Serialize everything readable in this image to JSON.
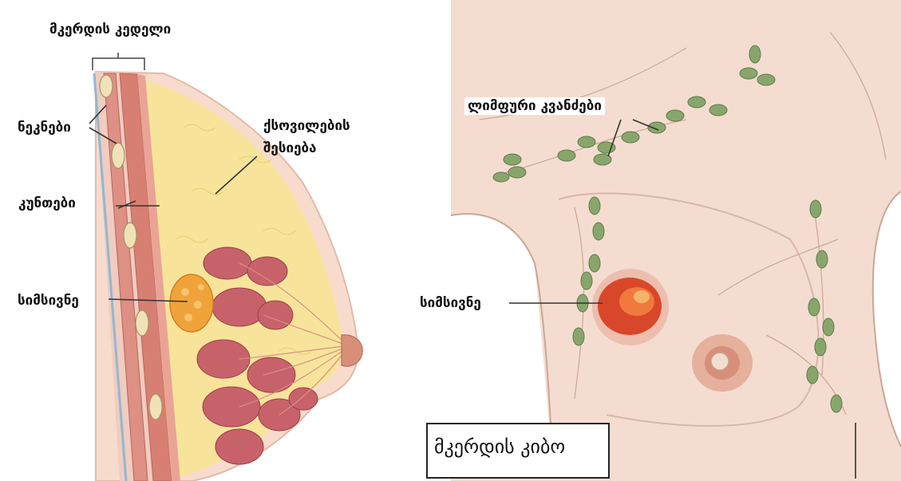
{
  "left_panel": {
    "labels": {
      "chest_wall": "მკერდის კედელი",
      "ribs": "ნეკნები",
      "muscles": "კუნთები",
      "tumor": "სიმსივნე",
      "tissue_line1": "ქსოვილების",
      "tissue_line2": "შესიება"
    }
  },
  "right_panel": {
    "labels": {
      "lymph_nodes": "ლიმფური კვანძები",
      "tumor": "სიმსივნე"
    },
    "caption": "მკერდის კიბო"
  },
  "colors": {
    "skin": "#f3d8c8",
    "fat": "#f7e49a",
    "muscle": "#d77f72",
    "gland": "#c8626a",
    "lymph": "#7f9e63",
    "tumor_left": "#f0a33a",
    "tumor_right": "#d9472a"
  }
}
